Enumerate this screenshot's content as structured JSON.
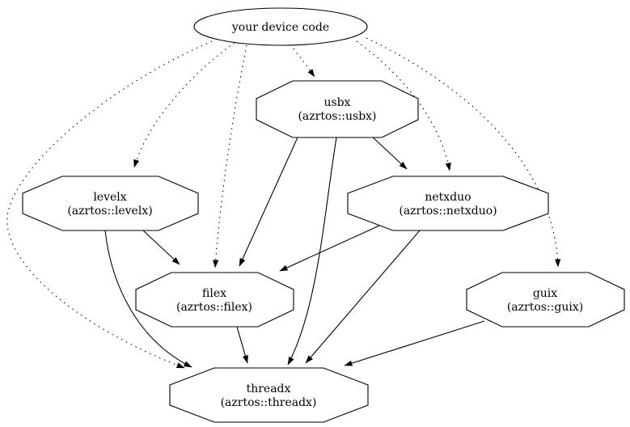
{
  "diagram": {
    "type": "dependency-graph",
    "colors": {
      "background": "#ffffff",
      "stroke": "#000000",
      "text": "#000000"
    },
    "nodes": {
      "device_code": {
        "label": "your device code",
        "shape": "ellipse"
      },
      "usbx": {
        "label": "usbx",
        "sublabel": "(azrtos::usbx)",
        "shape": "octagon"
      },
      "levelx": {
        "label": "levelx",
        "sublabel": "(azrtos::levelx)",
        "shape": "octagon"
      },
      "netxduo": {
        "label": "netxduo",
        "sublabel": "(azrtos::netxduo)",
        "shape": "octagon"
      },
      "filex": {
        "label": "filex",
        "sublabel": "(azrtos::filex)",
        "shape": "octagon"
      },
      "guix": {
        "label": "guix",
        "sublabel": "(azrtos::guix)",
        "shape": "octagon"
      },
      "threadx": {
        "label": "threadx",
        "sublabel": "(azrtos::threadx)",
        "shape": "octagon"
      }
    },
    "edges": [
      {
        "from": "device_code",
        "to": "usbx",
        "style": "dotted"
      },
      {
        "from": "device_code",
        "to": "levelx",
        "style": "dotted"
      },
      {
        "from": "device_code",
        "to": "netxduo",
        "style": "dotted"
      },
      {
        "from": "device_code",
        "to": "guix",
        "style": "dotted"
      },
      {
        "from": "device_code",
        "to": "filex",
        "style": "dotted"
      },
      {
        "from": "device_code",
        "to": "threadx",
        "style": "dotted"
      },
      {
        "from": "usbx",
        "to": "netxduo",
        "style": "solid"
      },
      {
        "from": "usbx",
        "to": "filex",
        "style": "solid"
      },
      {
        "from": "usbx",
        "to": "threadx",
        "style": "solid"
      },
      {
        "from": "levelx",
        "to": "filex",
        "style": "solid"
      },
      {
        "from": "levelx",
        "to": "threadx",
        "style": "solid"
      },
      {
        "from": "netxduo",
        "to": "filex",
        "style": "solid"
      },
      {
        "from": "netxduo",
        "to": "threadx",
        "style": "solid"
      },
      {
        "from": "filex",
        "to": "threadx",
        "style": "solid"
      },
      {
        "from": "guix",
        "to": "threadx",
        "style": "solid"
      }
    ]
  }
}
